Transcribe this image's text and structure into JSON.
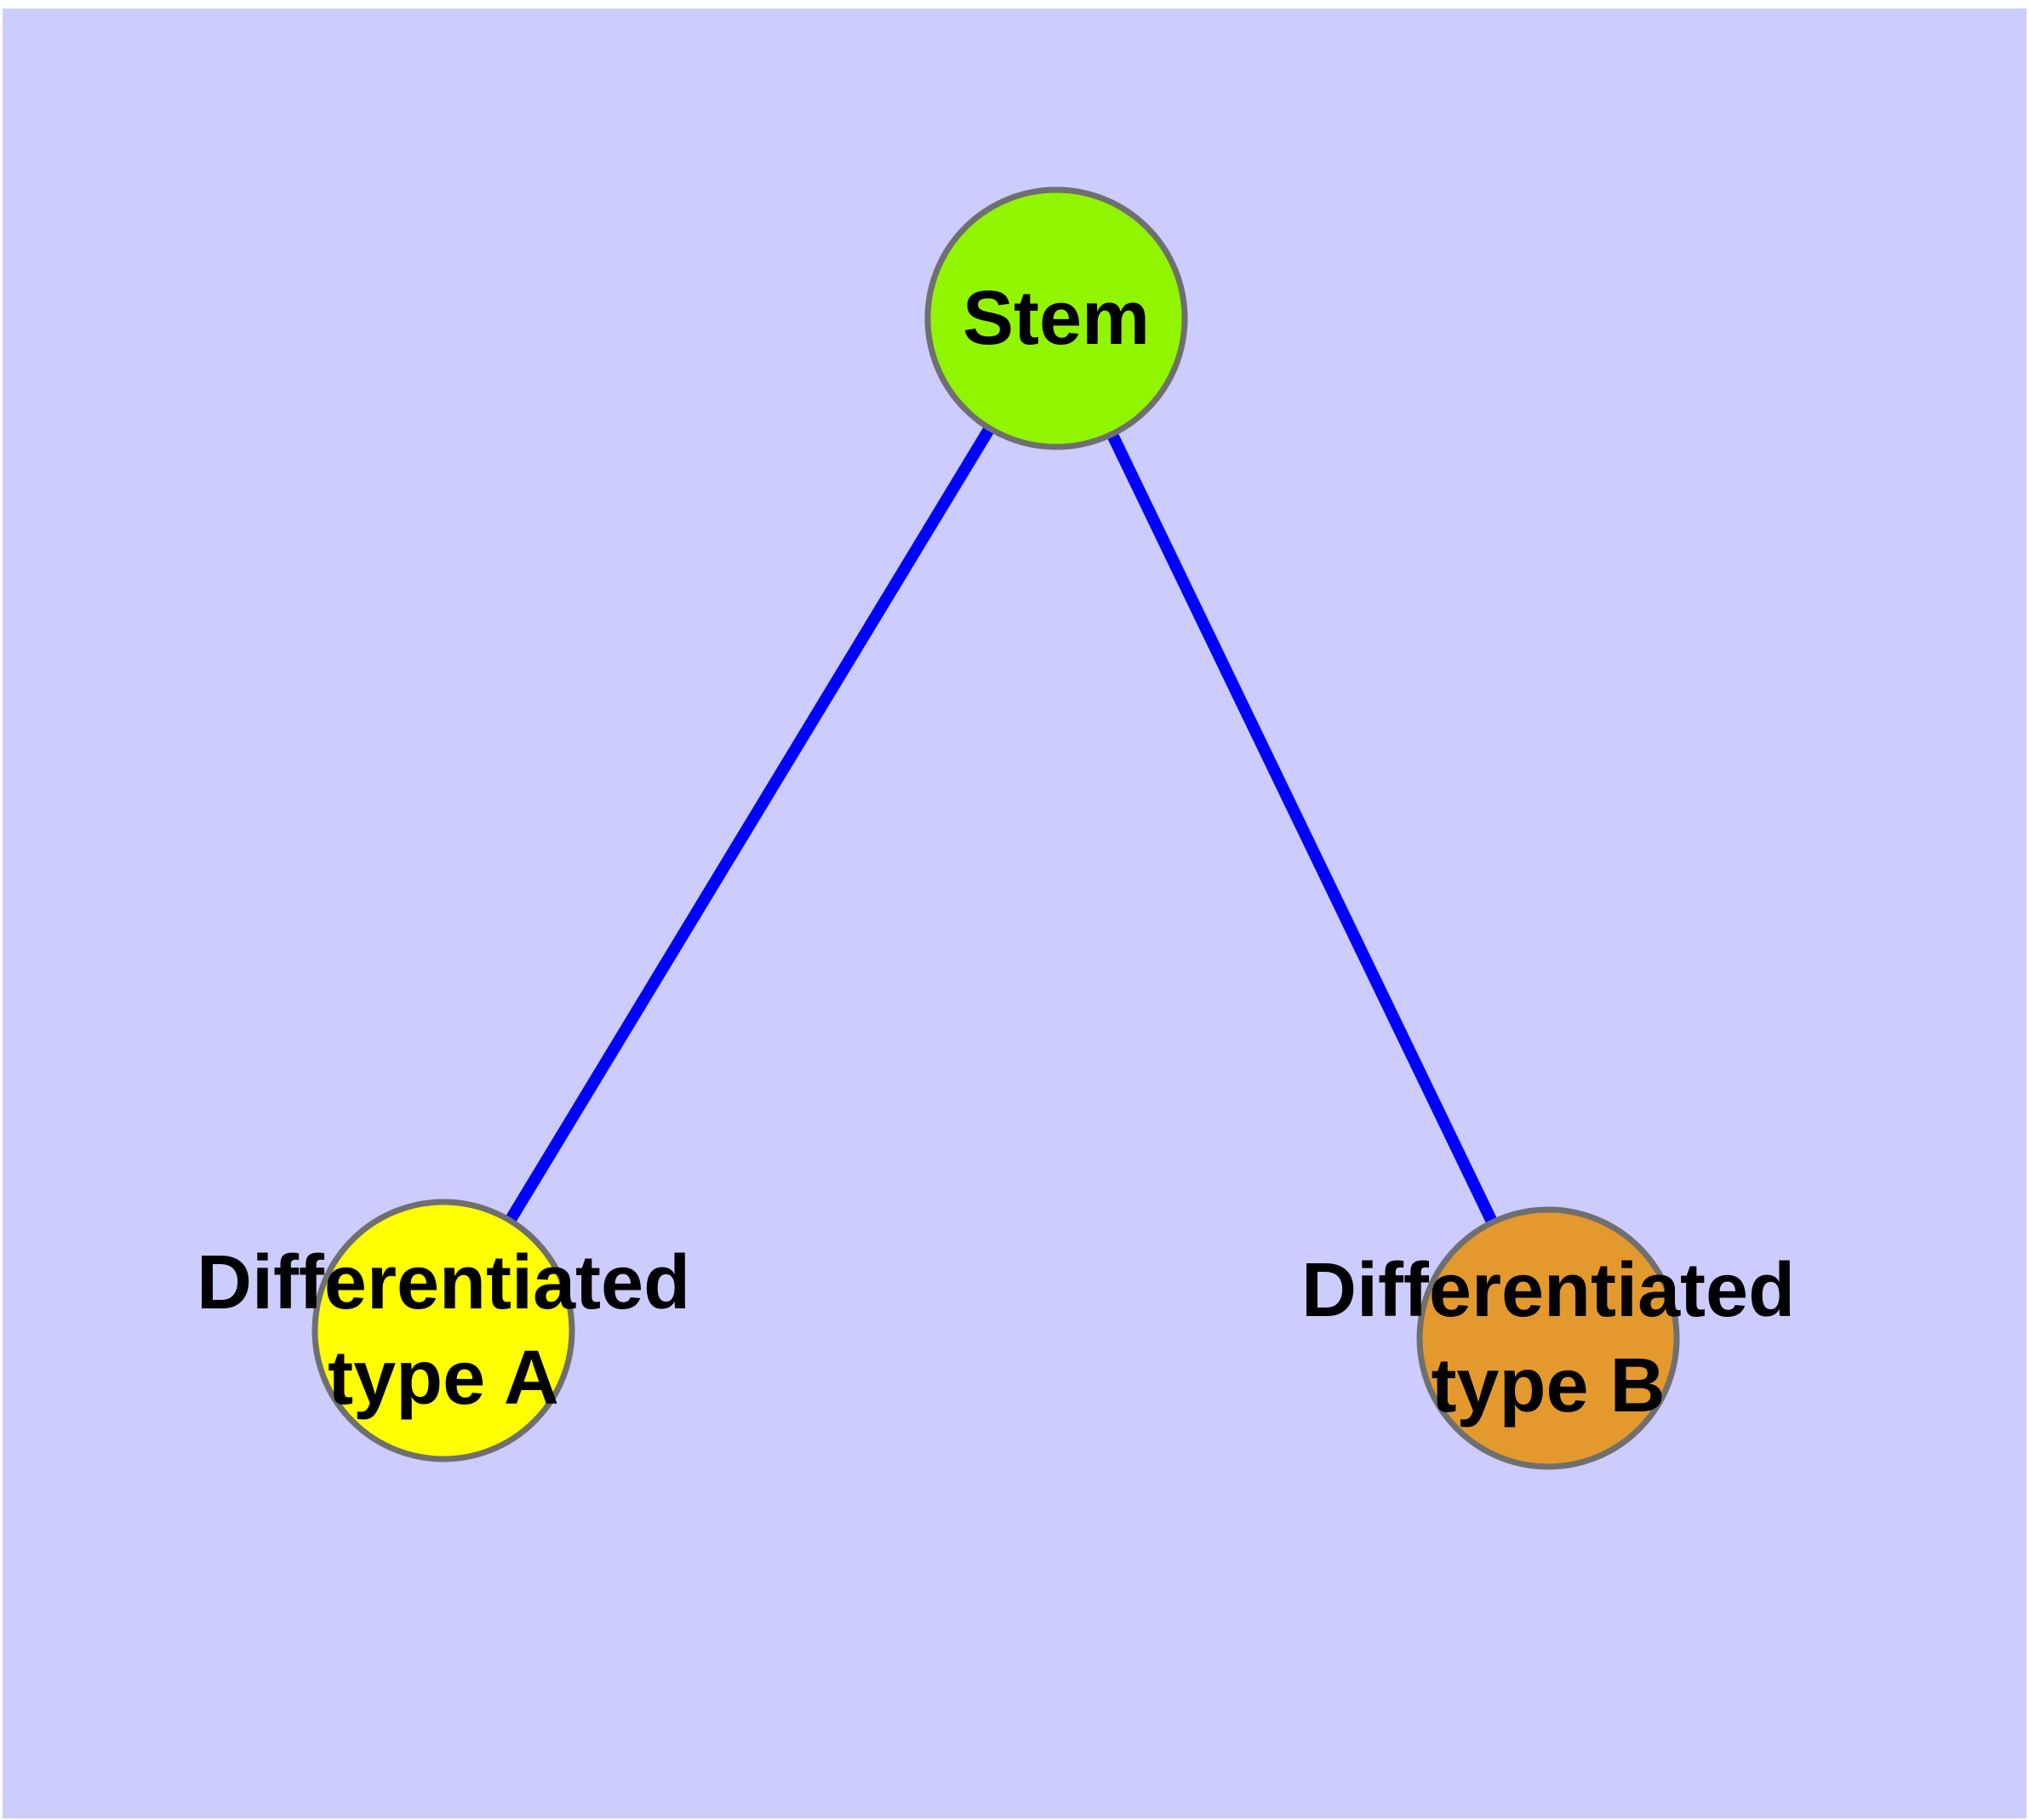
{
  "figure": {
    "kind": "node-link-diagram",
    "background": "#CCCCFF",
    "page_margin_color": "#FFFFFF"
  },
  "colors": {
    "edge": "#0000FF",
    "node_border": "#6F6F6F",
    "label_text": "#000000",
    "stem_fill": "#92F500",
    "type_a_fill": "#FFFF00",
    "type_b_fill": "#E3992D"
  },
  "nodes": [
    {
      "id": "stem",
      "label_lines": [
        "Stem",
        ""
      ],
      "fill": "#92F500"
    },
    {
      "id": "type-a",
      "label_lines": [
        "Differentiated",
        "type A"
      ],
      "fill": "#FFFF00"
    },
    {
      "id": "type-b",
      "label_lines": [
        "Differentiated",
        "type B"
      ],
      "fill": "#E3992D"
    }
  ],
  "edges": [
    {
      "from": "stem",
      "to": "type-a"
    },
    {
      "from": "stem",
      "to": "type-b"
    }
  ]
}
